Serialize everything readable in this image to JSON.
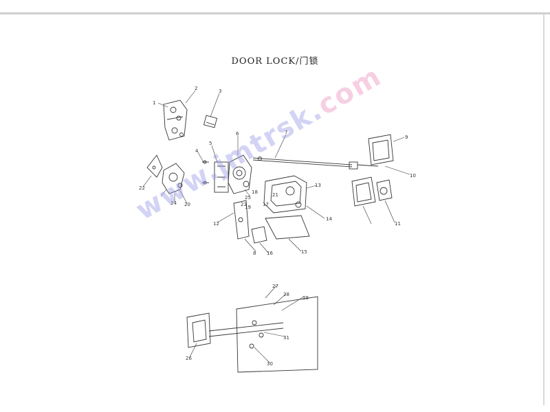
{
  "page": {
    "title": "DOOR LOCK/门锁"
  },
  "watermark": {
    "part1": "www.jmtr",
    "part2": "sk.",
    "part3": "com"
  },
  "callouts": [
    "1",
    "2",
    "3",
    "4",
    "5",
    "6",
    "7",
    "8",
    "9",
    "10",
    "11",
    "12",
    "13",
    "14",
    "15",
    "16",
    "17",
    "18",
    "19",
    "20",
    "21",
    "22",
    "23",
    "24",
    "25",
    "26",
    "27",
    "28",
    "29",
    "30",
    "31"
  ],
  "colors": {
    "line": "#333333",
    "watermark_blue": "#9696e6",
    "watermark_pink": "#eb96be"
  }
}
